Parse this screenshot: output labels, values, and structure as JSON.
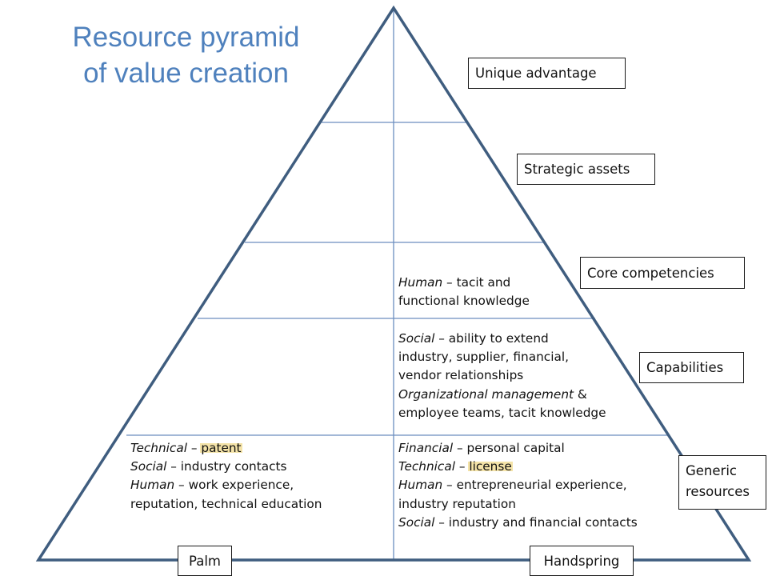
{
  "title": {
    "line1": "Resource pyramid",
    "line2": "of value creation"
  },
  "levels": [
    {
      "label": "Unique advantage"
    },
    {
      "label": "Strategic assets"
    },
    {
      "label": "Core competencies"
    },
    {
      "label": "Capabilities"
    },
    {
      "label": "Generic resources",
      "line1": "Generic",
      "line2": "resources"
    }
  ],
  "companies": {
    "left": "Palm",
    "right": "Handspring"
  },
  "palm_resources": [
    {
      "category": "Technical",
      "detail": "patent"
    },
    {
      "category": "Social",
      "detail": "industry contacts"
    },
    {
      "category": "Human",
      "detail": "work experience,"
    },
    {
      "continuation": "reputation, technical education"
    }
  ],
  "handspring_core": [
    {
      "category": "Human",
      "detail": "tacit and"
    },
    {
      "continuation": "functional knowledge"
    }
  ],
  "handspring_capabilities": [
    {
      "category": "Social",
      "detail": "ability to extend"
    },
    {
      "continuation": "industry, supplier, financial,"
    },
    {
      "continuation": "vendor relationships"
    },
    {
      "category": "Organizational management",
      "detail": "&"
    },
    {
      "continuation": "employee teams, tacit knowledge"
    }
  ],
  "handspring_resources": [
    {
      "category": "Financial",
      "detail": "personal capital"
    },
    {
      "category": "Technical",
      "detail": "license"
    },
    {
      "category": "Human",
      "detail": "entrepreneurial experience,"
    },
    {
      "continuation": "industry reputation"
    },
    {
      "category": "Social",
      "detail": "industry and financial contacts"
    }
  ],
  "separator": "–",
  "colors": {
    "outline": "#3f5d7f",
    "divider": "#6c8ebf",
    "title": "#4f81bd",
    "highlight": "#f4e3a8"
  }
}
